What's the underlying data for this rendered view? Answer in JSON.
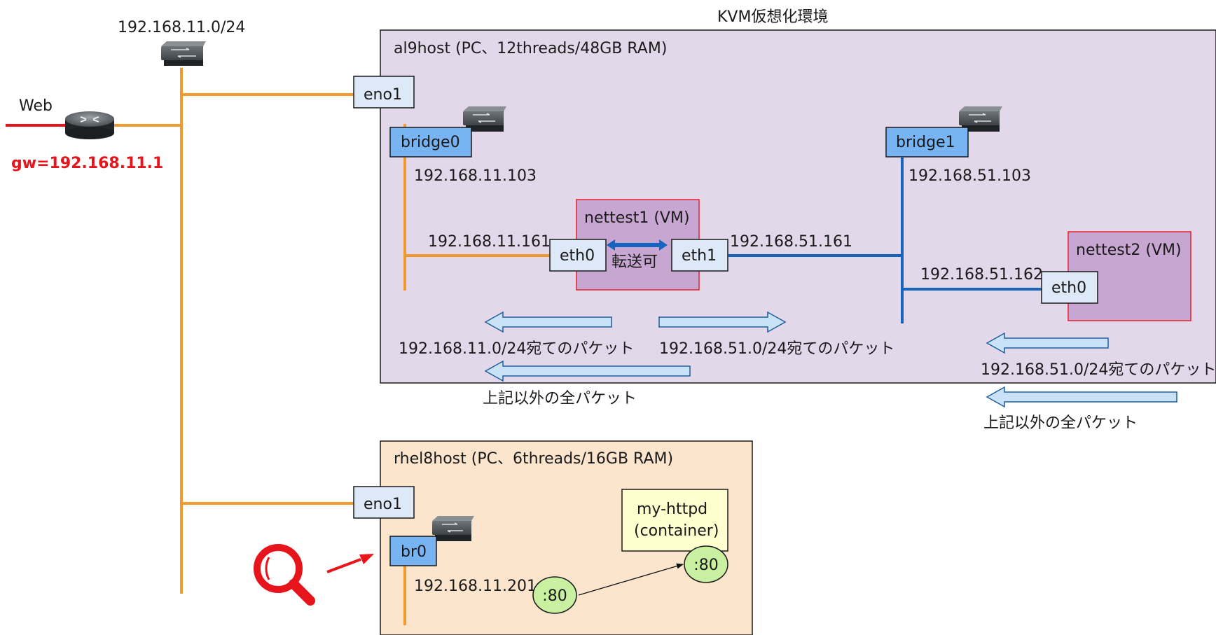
{
  "title": "KVM仮想化環境",
  "network": {
    "subnet": "192.168.11.0/24",
    "web_label": "Web",
    "gw_label": "gw=192.168.11.1"
  },
  "al9host": {
    "title": "al9host (PC、12threads/48GB RAM)",
    "eno1": "eno1",
    "bridge0": "bridge0",
    "bridge0_ip": "192.168.11.103",
    "bridge1": "bridge1",
    "bridge1_ip": "192.168.51.103",
    "nettest1": {
      "title": "nettest1 (VM)",
      "eth0": "eth0",
      "eth0_ip": "192.168.11.161",
      "eth1": "eth1",
      "eth1_ip": "192.168.51.161",
      "forward_label": "転送可"
    },
    "nettest2": {
      "title": "nettest2 (VM)",
      "eth0": "eth0",
      "eth0_ip": "192.168.51.162"
    },
    "arrows": {
      "to_11": "192.168.11.0/24宛てのパケット",
      "to_51": "192.168.51.0/24宛てのパケット",
      "others": "上記以外の全パケット",
      "vm2_to_51": "192.168.51.0/24宛てのパケット",
      "vm2_others": "上記以外の全パケット"
    }
  },
  "rhel8host": {
    "title": "rhel8host (PC、6threads/16GB RAM)",
    "eno1": "eno1",
    "br0": "br0",
    "br0_ip": "192.168.11.201",
    "container": {
      "line1": "my-httpd",
      "line2": "(container)"
    },
    "host_port": ":80",
    "container_port": ":80"
  },
  "colors": {
    "orange_link": "#f39a2f",
    "blue_link": "#1565c0",
    "red": "#e8141b",
    "al9host_fill": "#e3d7ea",
    "rhel8host_fill": "#fbe5cd",
    "nic_fill": "#dde9f6",
    "bridge_fill": "#78b3f2",
    "vm_fill": "#c8a6d2",
    "vm_border": "#e8222a",
    "container_fill": "#ffffd0",
    "port_fill": "#c9f0a0",
    "arrow_fill": "#c9e2f7"
  }
}
